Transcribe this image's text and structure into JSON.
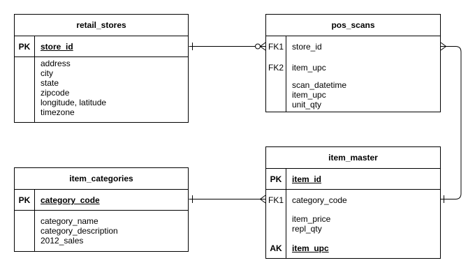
{
  "retail_stores": {
    "title": "retail_stores",
    "pk_key": "PK",
    "pk_field": "store_id",
    "attributes": [
      "address",
      "city",
      "state",
      "zipcode",
      "longitude, latitude",
      "timezone"
    ]
  },
  "pos_scans": {
    "title": "pos_scans",
    "fk1_key": "FK1",
    "fk1_field": "store_id",
    "fk2_key": "FK2",
    "fk2_field": "item_upc",
    "attributes": [
      "scan_datetime",
      "item_upc",
      "unit_qty"
    ]
  },
  "item_categories": {
    "title": "item_categories",
    "pk_key": "PK",
    "pk_field": "category_code",
    "attributes": [
      "category_name",
      "category_description",
      "2012_sales"
    ]
  },
  "item_master": {
    "title": "item_master",
    "pk_key": "PK",
    "pk_field": "item_id",
    "fk1_key": "FK1",
    "fk1_field": "category_code",
    "attributes": [
      "item_price",
      "repl_qty"
    ],
    "ak_key": "AK",
    "ak_field": "item_upc"
  }
}
